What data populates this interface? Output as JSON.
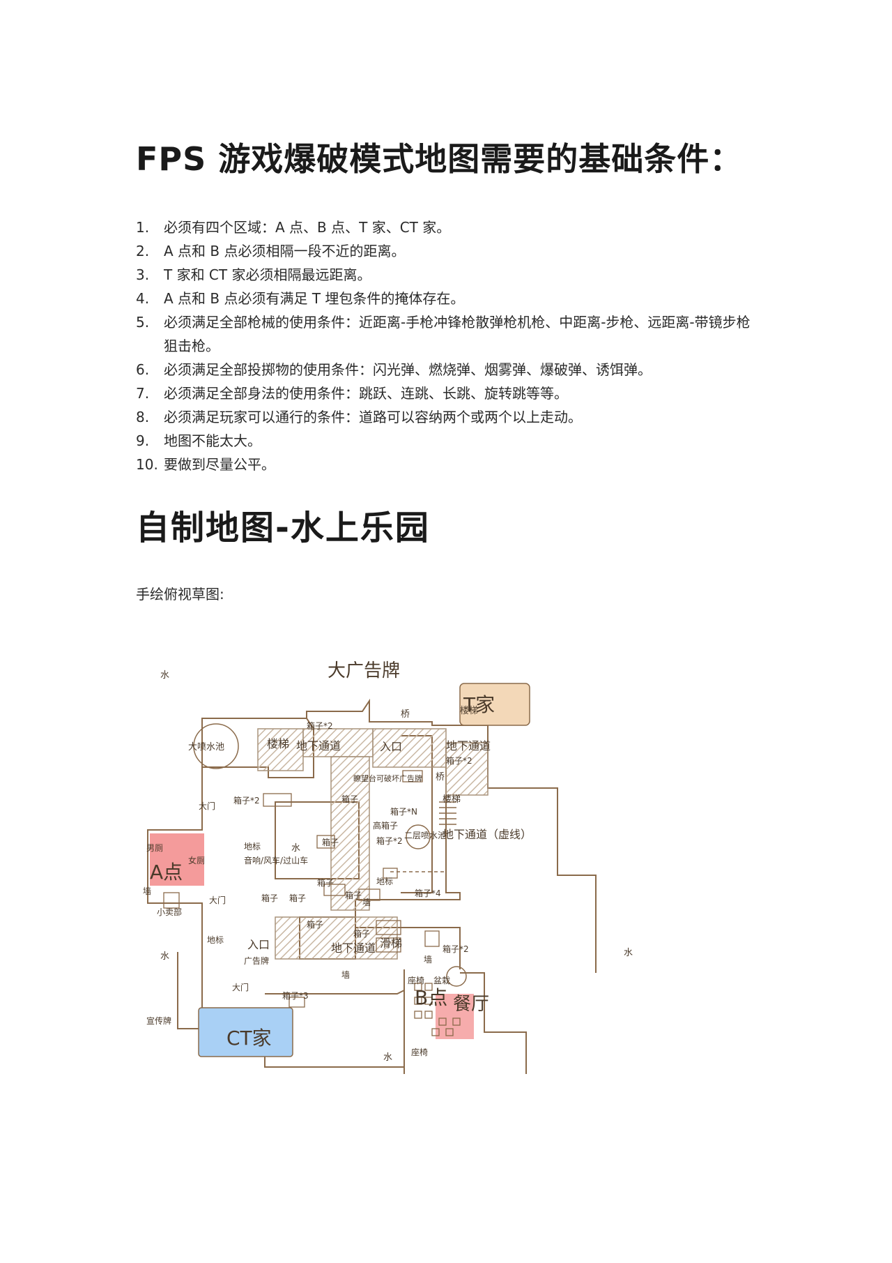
{
  "heading1": "FPS 游戏爆破模式地图需要的基础条件：",
  "rules": [
    {
      "num": "1.",
      "text": "必须有四个区域：A 点、B 点、T 家、CT 家。"
    },
    {
      "num": "2.",
      "text": "A 点和 B 点必须相隔一段不近的距离。"
    },
    {
      "num": "3.",
      "text": "T 家和 CT 家必须相隔最远距离。"
    },
    {
      "num": "4.",
      "text": "A 点和 B 点必须有满足 T 埋包条件的掩体存在。"
    },
    {
      "num": "5.",
      "text": "必须满足全部枪械的使用条件：近距离-手枪冲锋枪散弹枪机枪、中距离-步枪、远距离-带镜步枪狙击枪。"
    },
    {
      "num": "6.",
      "text": "必须满足全部投掷物的使用条件：闪光弹、燃烧弹、烟雾弹、爆破弹、诱饵弹。"
    },
    {
      "num": "7.",
      "text": "必须满足全部身法的使用条件：跳跃、连跳、长跳、旋转跳等等。"
    },
    {
      "num": "8.",
      "text": "必须满足玩家可以通行的条件：道路可以容纳两个或两个以上走动。"
    },
    {
      "num": "9.",
      "text": "地图不能太大。"
    },
    {
      "num": "10.",
      "text": "要做到尽量公平。"
    }
  ],
  "heading2": "自制地图-水上乐园",
  "caption": "手绘俯视草图:",
  "map": {
    "water": "水",
    "big_billboard": "大广告牌",
    "promo_sign": "宣传牌",
    "t_spawn": "T家",
    "ct_spawn": "CT家",
    "a_site": "A点",
    "b_site": "B点",
    "restaurant": "餐厅",
    "stairs": "楼梯",
    "bridge": "桥",
    "underground": "地下通道",
    "underground_dashed": "地下通道（虚线）",
    "entrance": "入口",
    "box": "箱子",
    "box_x2": "箱子*2",
    "box_x3": "箱子*3",
    "box_x4": "箱子*4",
    "box_xN": "箱子*N",
    "tall_box": "高箱子",
    "big_fountain": "大喷水池",
    "fountain_2f": "二层喷水池",
    "watchtower_sign": "瞭望台可破坏广告牌",
    "breakable_sign": "可破坏广告牌",
    "landmark": "地标",
    "landmark_rides": "音响/风车/过山车",
    "main_gate": "大门",
    "mens_room": "男厕",
    "womens_room": "女厕",
    "wall": "墙",
    "snack_bar": "小卖部",
    "billboard": "广告牌",
    "slide": "滑梯",
    "seats": "座椅",
    "bonsai": "盆栽",
    "colors": {
      "line": "#8a6a4a",
      "hatch": "#c9b7a3",
      "t_fill": "#f3d8b8",
      "a_fill": "#f28a8a",
      "b_fill": "#f5a3a3",
      "ct_fill": "#a9d0f5"
    }
  }
}
